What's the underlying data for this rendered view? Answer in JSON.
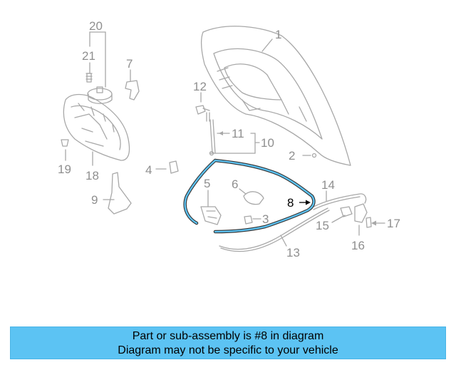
{
  "diagram": {
    "callouts": [
      {
        "id": "1",
        "label": "1"
      },
      {
        "id": "2",
        "label": "2"
      },
      {
        "id": "3",
        "label": "3"
      },
      {
        "id": "4",
        "label": "4"
      },
      {
        "id": "5",
        "label": "5"
      },
      {
        "id": "6",
        "label": "6"
      },
      {
        "id": "7",
        "label": "7"
      },
      {
        "id": "8",
        "label": "8",
        "highlight": true
      },
      {
        "id": "9",
        "label": "9"
      },
      {
        "id": "10",
        "label": "10"
      },
      {
        "id": "11",
        "label": "11"
      },
      {
        "id": "12",
        "label": "12"
      },
      {
        "id": "13",
        "label": "13"
      },
      {
        "id": "14",
        "label": "14"
      },
      {
        "id": "15",
        "label": "15"
      },
      {
        "id": "16",
        "label": "16"
      },
      {
        "id": "17",
        "label": "17"
      },
      {
        "id": "18",
        "label": "18"
      },
      {
        "id": "19",
        "label": "19"
      },
      {
        "id": "20",
        "label": "20"
      },
      {
        "id": "21",
        "label": "21"
      }
    ],
    "colors": {
      "line": "#a8a8a8",
      "label": "#8f8f8f",
      "highlight_part": "#5cc3f3",
      "highlight_label": "#000000"
    }
  },
  "caption": {
    "line1": "Part or sub-assembly is #8 in diagram",
    "line2": "Diagram may not be specific to your vehicle",
    "background": "#5cc3f3"
  }
}
